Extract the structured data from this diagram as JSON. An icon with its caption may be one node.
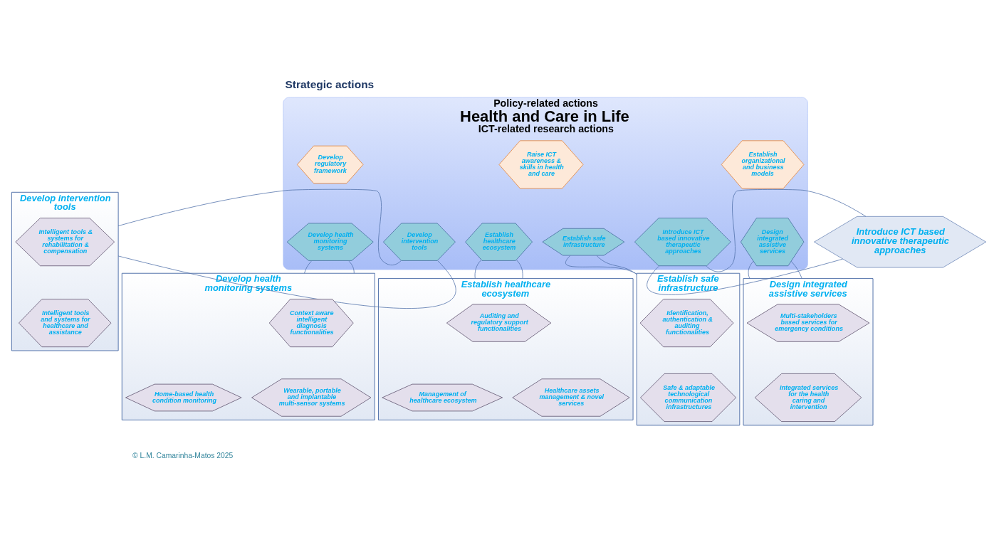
{
  "diagram": {
    "nodes": [
      {
        "text": [
          "Develop intervention tools"
        ]
      },
      {
        "text": [
          "Intelligent tools & systems for rehabilitation & compensation"
        ],
        "in": 0
      },
      {
        "text": [
          "Intelligent tools and systems for healthcare and assistance"
        ],
        "in": 0
      },
      {
        "text": [
          "Develop health monitoring systems"
        ]
      },
      {
        "text": [
          "Context aware intelligent diagnosis functionalities"
        ],
        "in": 3
      },
      {
        "text": [
          "Home-based health condition monitoring"
        ],
        "in": 3
      },
      {
        "text": [
          "Wearable, portable and implantable multi-sensor systems"
        ],
        "in": 3
      },
      {
        "text": [
          "Establish healthcare ecosystem"
        ]
      },
      {
        "text": [
          "Auditing and regulatory support functionalities"
        ],
        "in": 7
      },
      {
        "text": [
          "Management of healthcare ecosystem"
        ],
        "in": 7
      },
      {
        "text": [
          "Healthcare assets management & novel services"
        ],
        "in": 7
      },
      {
        "text": [
          "Establish safe infrastructure"
        ]
      },
      {
        "text": [
          "Identification, authentication & auditing functionalities"
        ],
        "in": 11
      },
      {
        "text": [
          "Safe & adaptable technological communication infrastructures"
        ],
        "in": 11
      },
      {
        "text": [
          "Design integrated assistive services"
        ]
      },
      {
        "text": [
          "Multi-stakeholders based services for emergency conditions"
        ],
        "in": 14
      },
      {
        "text": [
          "Integrated services for the health caring and intervention"
        ],
        "in": 14
      },
      {
        "text": [
          "Policy-related actions",
          "Health and Care in Life",
          "ICT-related research actions"
        ],
        "beside": [
          "Strategic actions"
        ]
      },
      {
        "text": [
          "Develop regulatory framework"
        ],
        "in": 17
      },
      {
        "text": [
          "Raise ICT awareness & skills in health and care"
        ],
        "in": 17
      },
      {
        "text": [
          "Establish organizational and business models"
        ],
        "in": 17
      },
      {
        "text": [
          "Develop intervention tools"
        ],
        "in": 17
      },
      {
        "text": [
          "Develop health monitoring systems"
        ],
        "in": 17
      },
      {
        "text": [
          "Establish healthcare ecosystem"
        ],
        "in": 17
      },
      {
        "text": [
          "Establish safe infrastructure"
        ],
        "in": 17
      },
      {
        "text": [
          "Design integrated assistive services"
        ],
        "in": 17
      },
      {
        "text": [
          "Introduce ICT based innovative therapeutic approaches"
        ],
        "in": 17
      },
      {
        "text": [
          "Introduce ICT based innovative therapeutic approaches"
        ]
      }
    ],
    "edges": [
      {
        "from": 21,
        "to": 0,
        "arrow": "none"
      },
      {
        "from": 21,
        "to": 0,
        "arrow": "none"
      },
      {
        "from": 22,
        "to": 3,
        "arrow": "none"
      },
      {
        "from": 22,
        "to": 3,
        "arrow": "none"
      },
      {
        "from": 23,
        "to": 7,
        "arrow": "none"
      },
      {
        "from": 23,
        "to": 7,
        "arrow": "none"
      },
      {
        "from": 24,
        "to": 11,
        "arrow": "none"
      },
      {
        "from": 24,
        "to": 11,
        "arrow": "none"
      },
      {
        "from": 25,
        "to": 14,
        "arrow": "none"
      },
      {
        "from": 25,
        "to": 14,
        "arrow": "none"
      },
      {
        "from": 26,
        "to": 27,
        "arrow": "none"
      },
      {
        "from": 26,
        "to": 27,
        "arrow": "none"
      }
    ],
    "labels": [
      "© L.M. Camarinha-Matos 2025"
    ]
  }
}
